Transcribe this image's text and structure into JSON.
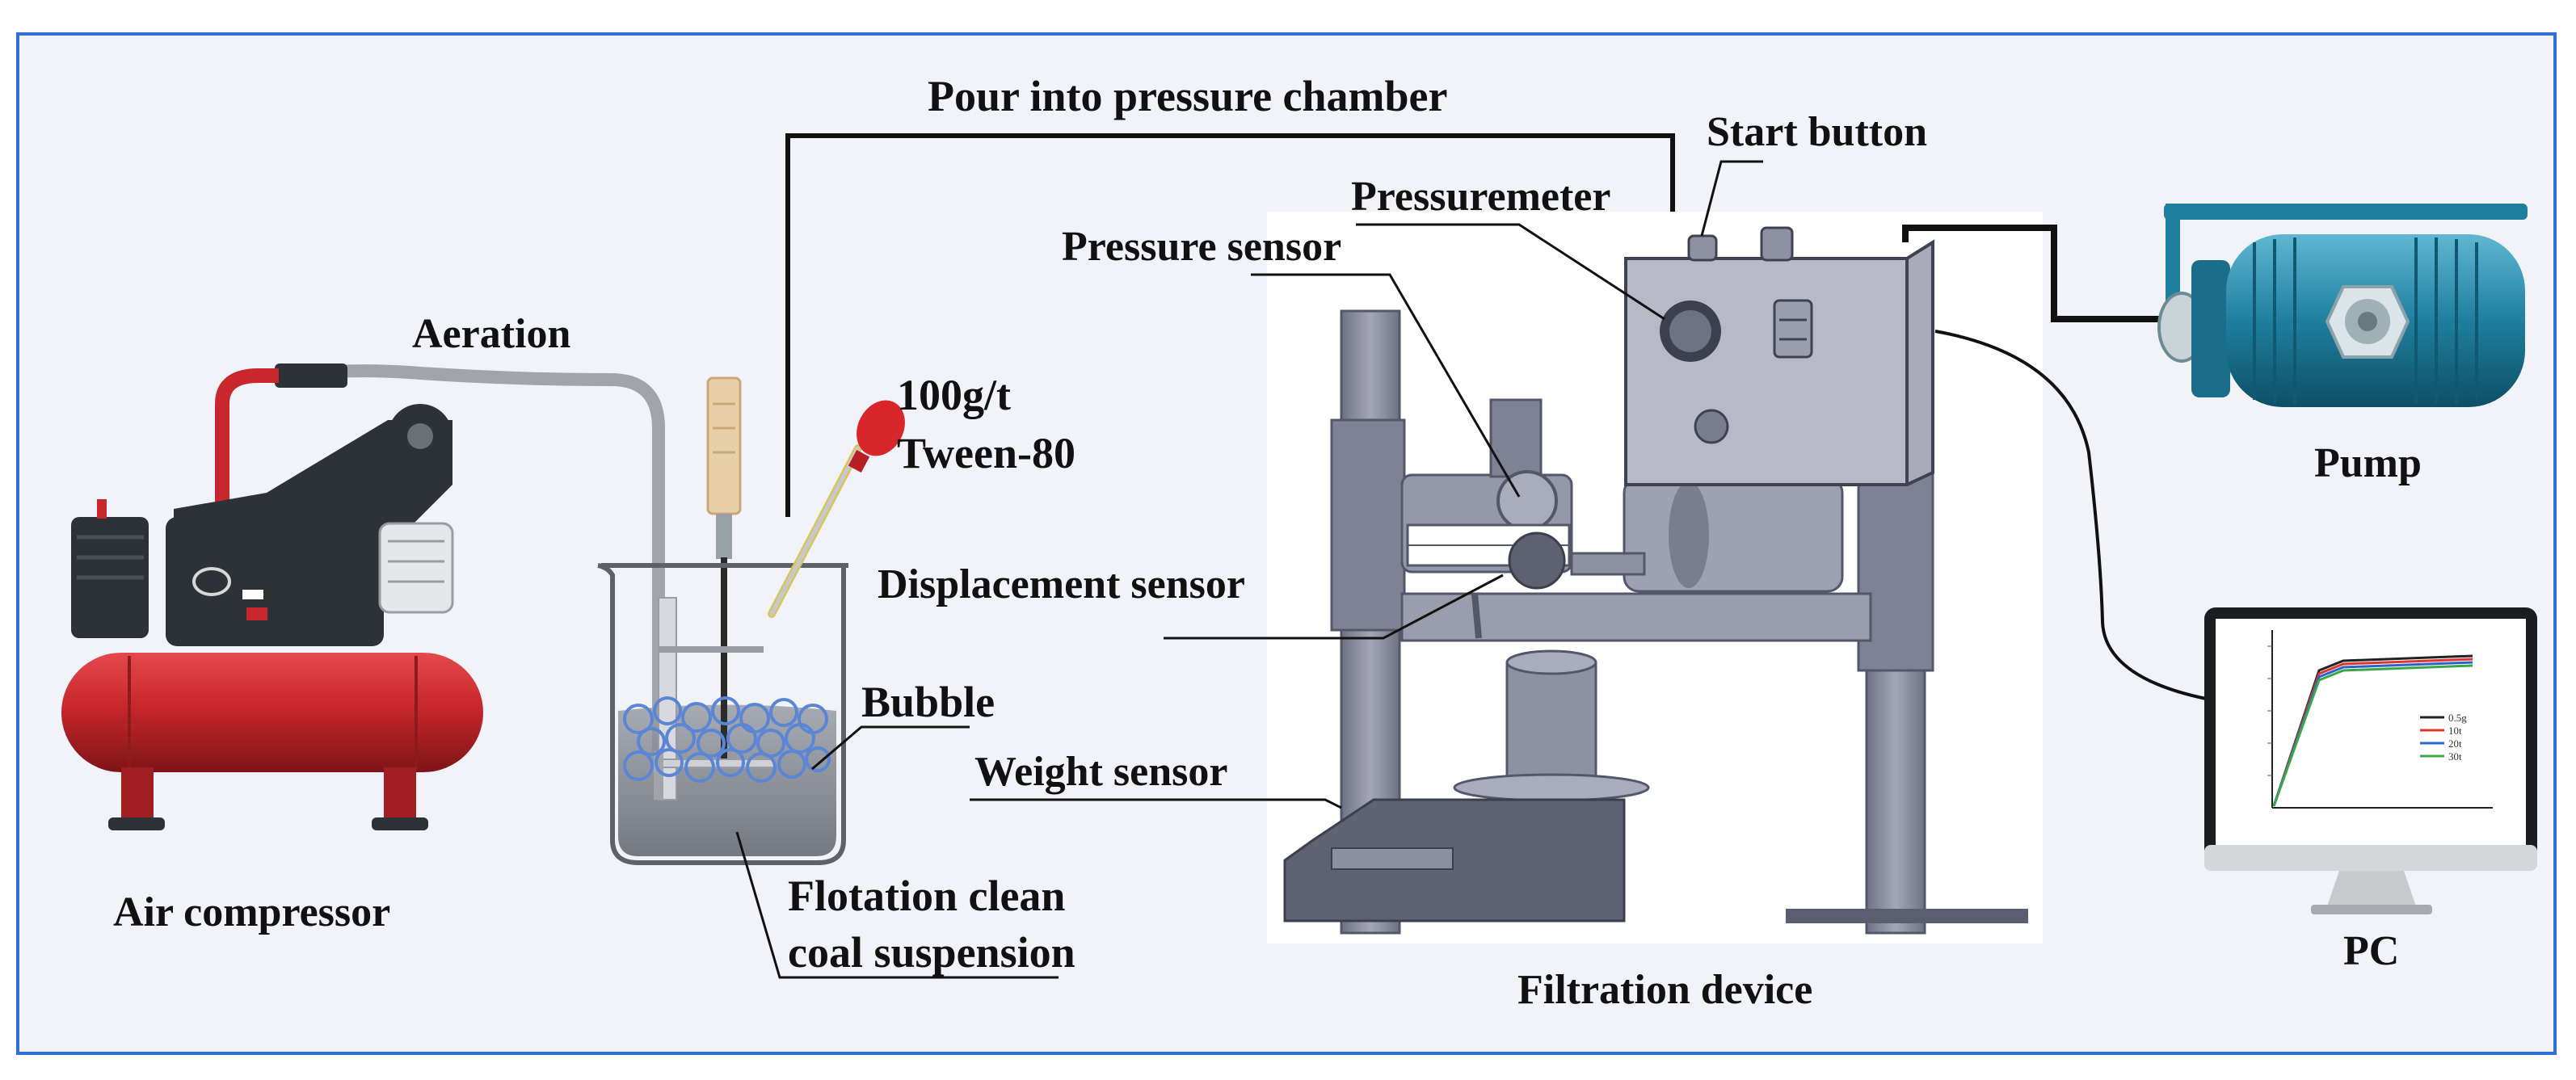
{
  "labels": {
    "aeration": "Aeration",
    "air_compressor": "Air compressor",
    "pour_into": "Pour into pressure chamber",
    "dose_line1": "100g/t",
    "dose_line2": "Tween-80",
    "bubble": "Bubble",
    "suspension_line1": "Flotation clean",
    "suspension_line2": "coal suspension",
    "start_button": "Start button",
    "pressuremeter": "Pressuremeter",
    "pressure_sensor": "Pressure sensor",
    "displacement_sensor": "Displacement sensor",
    "weight_sensor": "Weight sensor",
    "filtration_device": "Filtration device",
    "pump": "Pump",
    "pc": "PC"
  },
  "colors": {
    "background": "#f1f3f8",
    "frame": "#2f6fd6",
    "compressor_red": "#c8272b",
    "compressor_body": "#2d3236",
    "device_gray": "#8c8f9e",
    "pump_teal": "#1f7f9e",
    "bubble_blue": "#5b86d6",
    "dropper_red": "#d8262a"
  },
  "monitor_chart": {
    "series_colors": [
      "#222222",
      "#e0342e",
      "#2c63c8",
      "#3aa64a"
    ],
    "legend": [
      "0.5g",
      "10t",
      "20t",
      "30t"
    ]
  }
}
